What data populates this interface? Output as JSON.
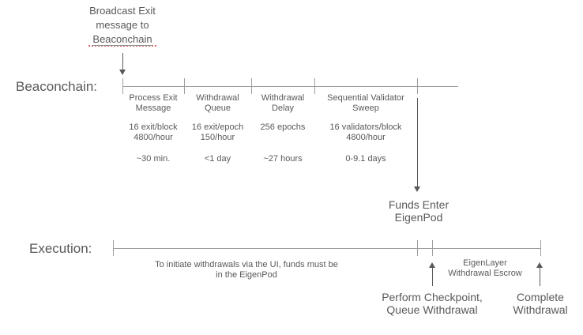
{
  "colors": {
    "text": "#595959",
    "line": "#9e9e9e",
    "arrow": "#595959",
    "squiggle": "#e06666"
  },
  "broadcast_note": {
    "text": "Broadcast Exit\nmessage to",
    "underlined_word": "Beaconchain"
  },
  "beaconchain": {
    "label": "Beaconchain:",
    "segments": [
      {
        "title": "Process Exit\nMessage",
        "rate": "16 exit/block\n4800/hour",
        "duration": "~30 min."
      },
      {
        "title": "Withdrawal\nQueue",
        "rate": "16 exit/epoch\n150/hour",
        "duration": "<1 day"
      },
      {
        "title": "Withdrawal\nDelay",
        "rate": "256 epochs",
        "duration": "~27 hours"
      },
      {
        "title": "Sequential Validator\nSweep",
        "rate": "16 validators/block\n4800/hour",
        "duration": "0-9.1 days"
      }
    ],
    "funds_note": "Funds Enter\nEigenPod"
  },
  "execution": {
    "label": "Execution:",
    "initiate_note": "To initiate withdrawals via the UI, funds must be\nin the EigenPod",
    "escrow_note": "EigenLayer\nWithdrawal Escrow",
    "checkpoint_note": "Perform Checkpoint,\nQueue Withdrawal",
    "complete_note": "Complete\nWithdrawal"
  }
}
